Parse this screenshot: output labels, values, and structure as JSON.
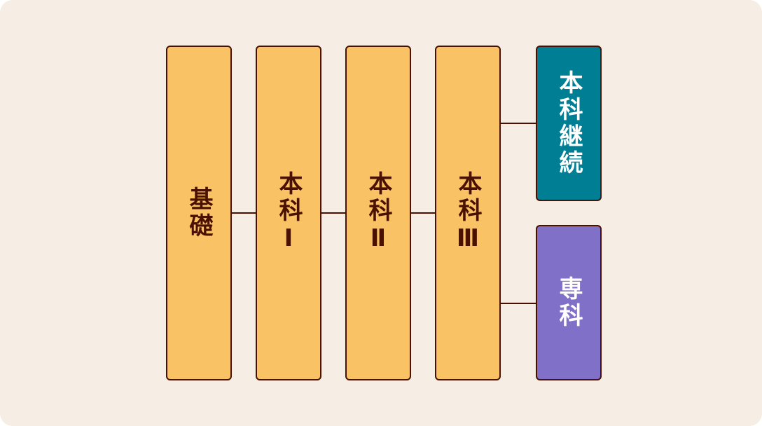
{
  "stages": [
    {
      "label": "基礎"
    },
    {
      "label": "本科Ⅰ"
    },
    {
      "label": "本科Ⅱ"
    },
    {
      "label": "本科Ⅲ"
    }
  ],
  "outcomes": [
    {
      "label": "本科継続",
      "color": "#007f94"
    },
    {
      "label": "専科",
      "color": "#8070c8"
    }
  ]
}
